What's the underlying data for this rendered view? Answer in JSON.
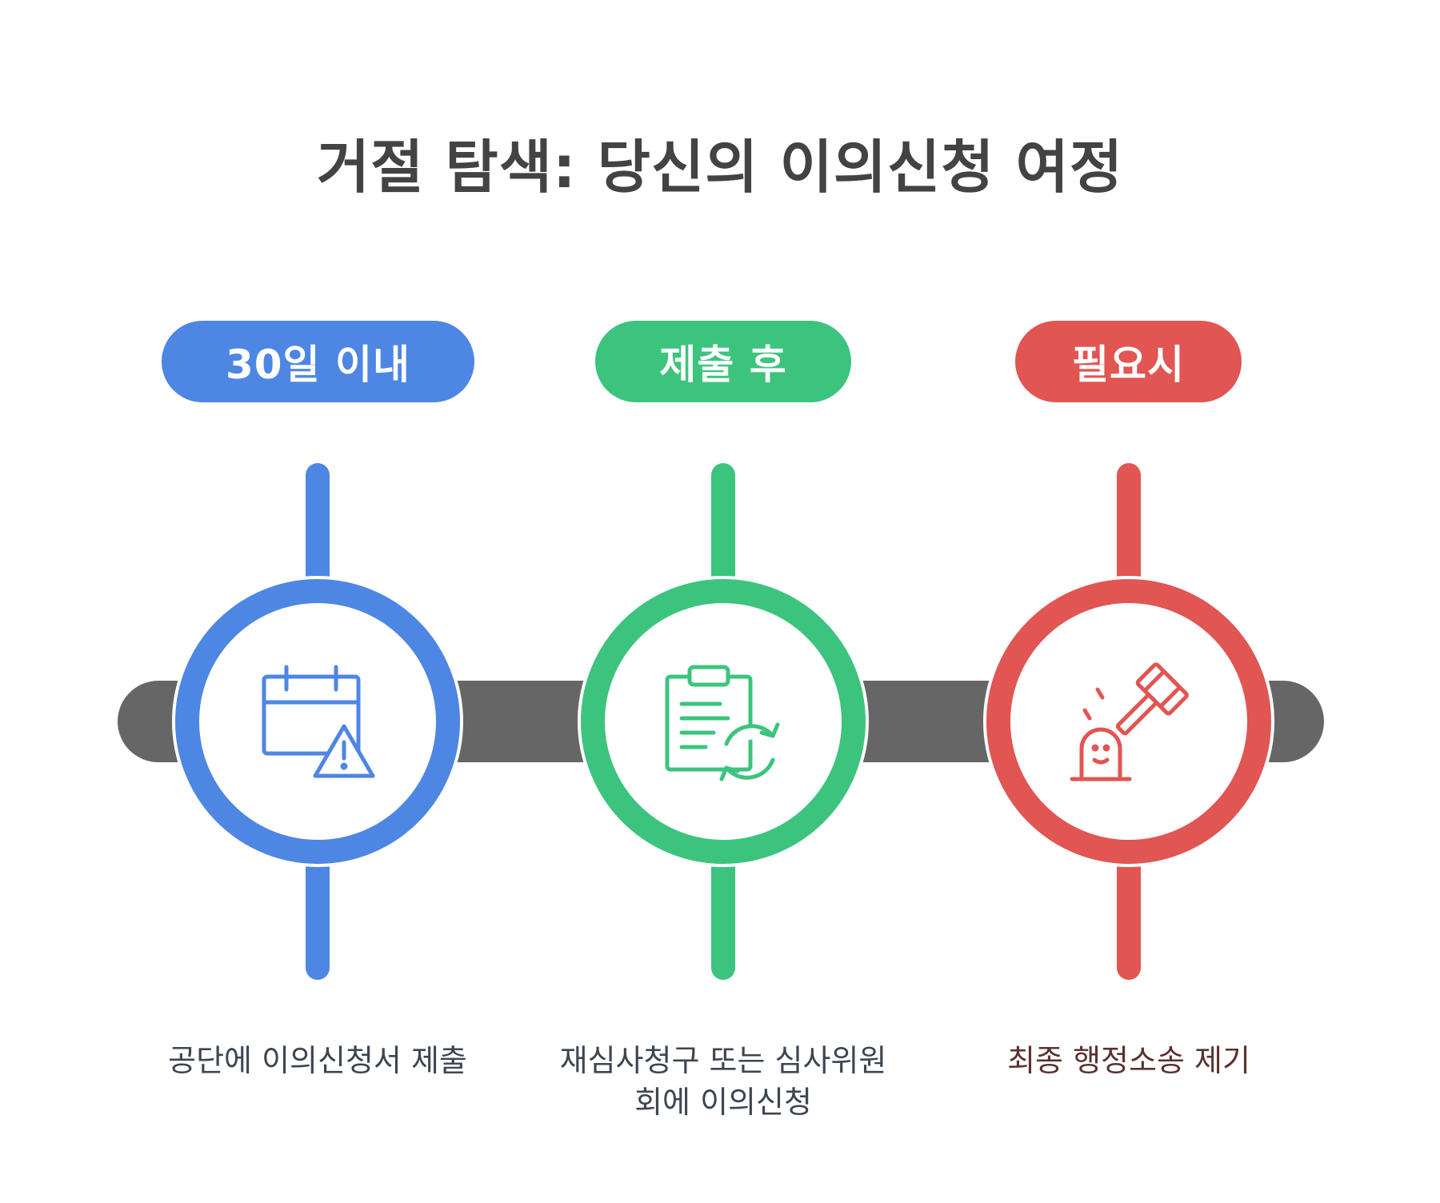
{
  "title": "거절 탐색: 당신의 이의신청 여정",
  "colors": {
    "title": "#434343",
    "track": "#666666",
    "stage1": "#4E86E4",
    "stage2": "#3CC47E",
    "stage3": "#E15552",
    "desc_dark": "#3d4551",
    "desc_brown": "#5a3230"
  },
  "stages": [
    {
      "label": "30일 이내",
      "description": "공단에 이의신청서 제출",
      "icon": "calendar-warning-icon",
      "color": "#4E86E4"
    },
    {
      "label": "제출 후",
      "description": "재심사청구 또는 심사위원회에 이의신청",
      "icon": "clipboard-refresh-icon",
      "color": "#3CC47E"
    },
    {
      "label": "필요시",
      "description": "최종 행정소송 제기",
      "icon": "gavel-siren-icon",
      "color": "#E15552"
    }
  ]
}
